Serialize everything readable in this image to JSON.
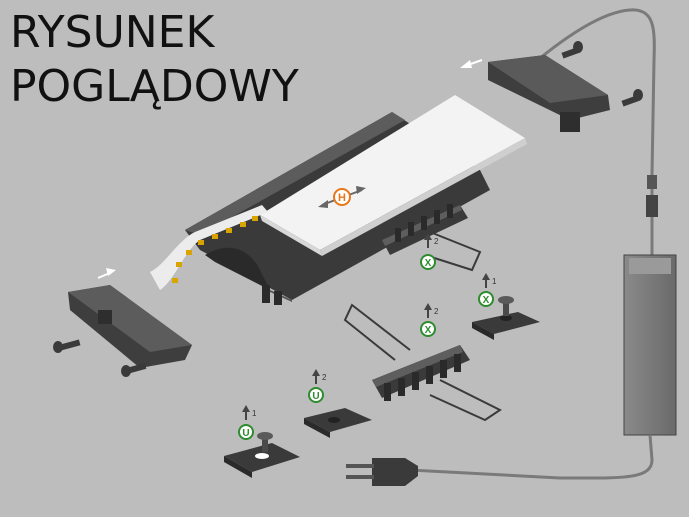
{
  "title": {
    "line1": "RYSUNEK",
    "line2": "POGLĄDOWY"
  },
  "badges": {
    "h": "H",
    "x": "X",
    "u": "U"
  },
  "step_numbers": {
    "one": "1",
    "two": "2"
  },
  "colors": {
    "background": "#bdbdbd",
    "profile_dark": "#3a3a3a",
    "diffuser": "#f2f2f2",
    "badge_orange": "#e8771a",
    "badge_green": "#2e8b2e",
    "led_yellow": "#d9a400"
  }
}
